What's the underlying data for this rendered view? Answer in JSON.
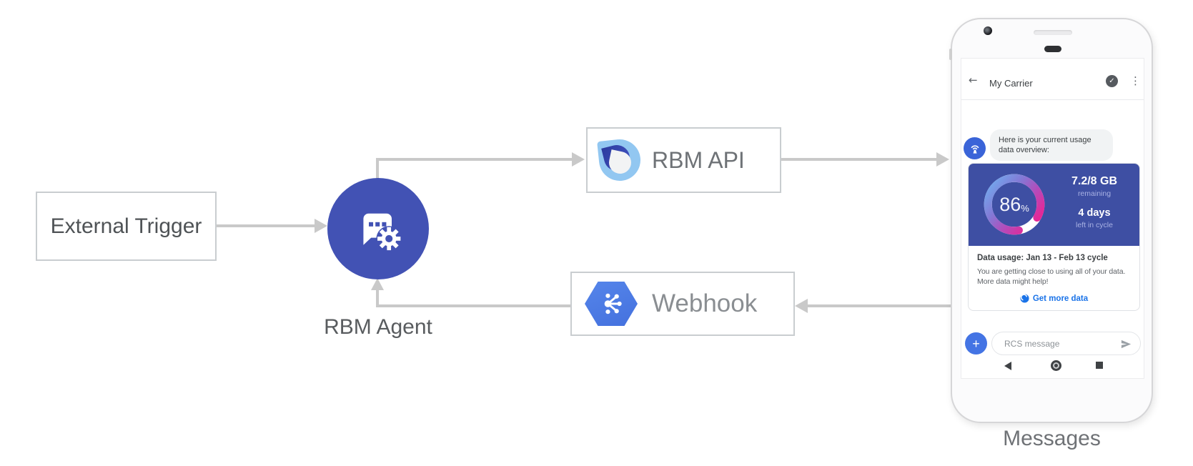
{
  "diagram": {
    "external_trigger_label": "External Trigger",
    "rbm_agent_label": "RBM Agent",
    "rbm_api_label": "RBM API",
    "webhook_label": "Webhook",
    "phone_caption": "Messages"
  },
  "phone": {
    "header": {
      "title": "My Carrier",
      "back_icon": "←",
      "overflow_icon": "⋮",
      "check_icon": "✓"
    },
    "chat": {
      "agent_message": {
        "line1": "Here is your current usage",
        "line2": "data overview:"
      },
      "usage_card": {
        "percent_value": "86",
        "percent_unit": "%",
        "remaining_value": "7.2/8 GB",
        "remaining_label": "remaining",
        "days_value": "4 days",
        "days_label": "left in cycle",
        "title": "Data usage: Jan 13 - Feb 13 cycle",
        "body_line1": "You are getting close to using all of your data.",
        "body_line2": "More data might help!",
        "action_label": "Get more data"
      }
    },
    "composer": {
      "plus_icon": "+",
      "placeholder": "RCS message"
    }
  },
  "icons": {
    "agent": "chat-bubble-gear-icon",
    "api_logo": "rbm-drop-logo",
    "webhook": "cloud-hexagon-hub-icon",
    "avatar": "broadcast-tower-icon",
    "action": "globe-icon",
    "send": "send-arrow-icon",
    "nav": [
      "back-triangle-icon",
      "home-circle-icon",
      "recents-square-icon"
    ],
    "status": [
      "square-icon",
      "dot-icon",
      "triangle-down-icon"
    ]
  },
  "colors": {
    "agent_indigo": "#4252b4",
    "card_indigo": "#3e4fa3",
    "avatar_blue": "#3a64d8",
    "webhook_blue": "#4d7ce8",
    "link_blue": "#1a73e8",
    "arrow_gray": "#c9c9c9",
    "gauge_gradient": [
      "#6fb0f0",
      "#8379d6",
      "#b44bba",
      "#f01f8f"
    ]
  }
}
